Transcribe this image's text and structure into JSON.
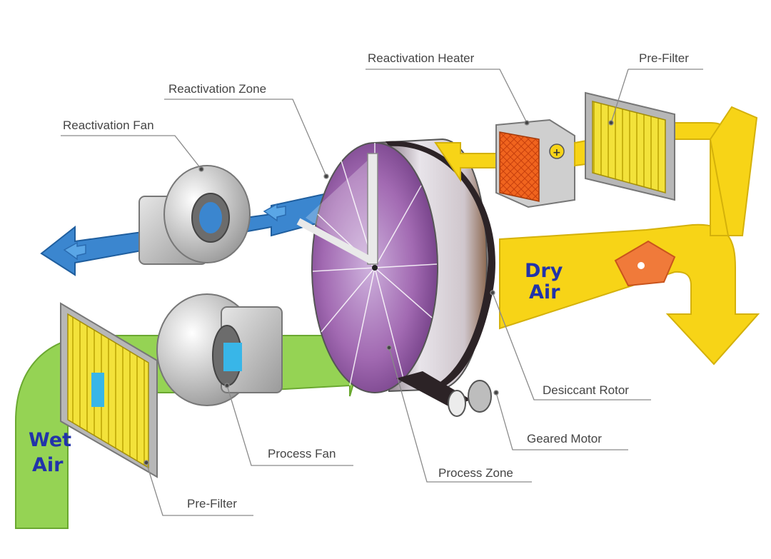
{
  "labels": {
    "reactivation_heater": "Reactivation Heater",
    "pre_filter_top": "Pre-Filter",
    "reactivation_zone": "Reactivation Zone",
    "reactivation_fan": "Reactivation Fan",
    "desiccant_rotor": "Desiccant Rotor",
    "geared_motor": "Geared Motor",
    "process_fan": "Process Fan",
    "process_zone": "Process Zone",
    "pre_filter_bottom": "Pre-Filter"
  },
  "air": {
    "dry_line1": "Dry",
    "dry_line2": "Air",
    "wet_line1": "Wet",
    "wet_line2": "Air"
  },
  "colors": {
    "dry_air_stream": "#f7d417",
    "wet_air_stream": "#95d354",
    "exhaust_stream": "#3b86cf",
    "rotor_face": "#a26ab2",
    "filter_yellow": "#f3e23a",
    "heater_orange": "#f0641e",
    "air_text": "#2233aa"
  }
}
